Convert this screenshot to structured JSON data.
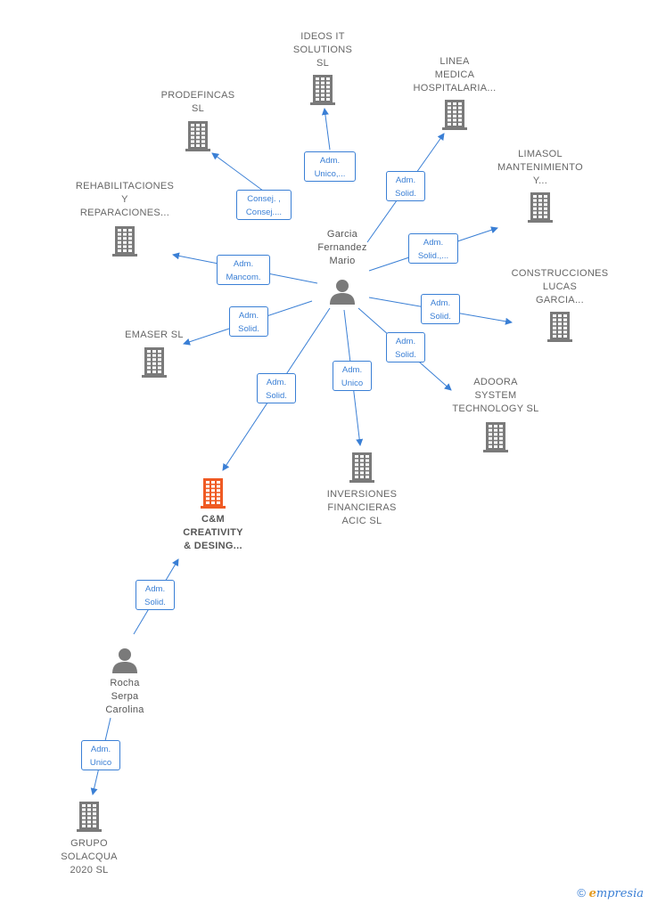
{
  "colors": {
    "edge": "#3a7fd5",
    "company": "#7a7a7a",
    "main": "#ef5a23",
    "person": "#7a7a7a"
  },
  "nodes": [
    {
      "id": "garcia",
      "type": "person",
      "label": "Garcia\nFernandez\nMario"
    },
    {
      "id": "rocha",
      "type": "person",
      "label": "Rocha\nSerpa\nCarolina"
    },
    {
      "id": "ideos",
      "type": "company",
      "label": "IDEOS IT\nSOLUTIONS\nSL"
    },
    {
      "id": "linea",
      "type": "company",
      "label": "LINEA\nMEDICA\nHOSPITALARIA..."
    },
    {
      "id": "prodefincas",
      "type": "company",
      "label": "PRODEFINCAS\nSL"
    },
    {
      "id": "limasol",
      "type": "company",
      "label": "LIMASOL\nMANTENIMIENTO\nY..."
    },
    {
      "id": "rehabilitaciones",
      "type": "company",
      "label": "REHABILITACIONES\nY\nREPARACIONES..."
    },
    {
      "id": "construcciones",
      "type": "company",
      "label": "CONSTRUCCIONES\nLUCAS\nGARCIA..."
    },
    {
      "id": "emaser",
      "type": "company",
      "label": "EMASER SL"
    },
    {
      "id": "adoora",
      "type": "company",
      "label": "ADOORA\nSYSTEM\nTECHNOLOGY SL"
    },
    {
      "id": "inversiones",
      "type": "company",
      "label": "INVERSIONES\nFINANCIERAS\nACIC  SL"
    },
    {
      "id": "cm",
      "type": "main",
      "label": "C&M\nCREATIVITY\n& DESING..."
    },
    {
      "id": "grupo",
      "type": "company",
      "label": "GRUPO\nSOLACQUA\n2020  SL"
    }
  ],
  "edges": [
    {
      "from": "garcia",
      "to": "ideos",
      "label": "Adm.\nUnico,..."
    },
    {
      "from": "garcia",
      "to": "linea",
      "label": "Adm.\nSolid."
    },
    {
      "from": "garcia",
      "to": "prodefincas",
      "label": "Consej. ,\nConsej...."
    },
    {
      "from": "garcia",
      "to": "limasol",
      "label": "Adm.\nSolid.,..."
    },
    {
      "from": "garcia",
      "to": "rehabilitaciones",
      "label": "Adm.\nMancom."
    },
    {
      "from": "garcia",
      "to": "construcciones",
      "label": "Adm.\nSolid."
    },
    {
      "from": "garcia",
      "to": "emaser",
      "label": "Adm.\nSolid."
    },
    {
      "from": "garcia",
      "to": "adoora",
      "label": "Adm.\nSolid."
    },
    {
      "from": "garcia",
      "to": "inversiones",
      "label": "Adm.\nUnico"
    },
    {
      "from": "garcia",
      "to": "cm",
      "label": "Adm.\nSolid."
    },
    {
      "from": "rocha",
      "to": "cm",
      "label": "Adm.\nSolid."
    },
    {
      "from": "rocha",
      "to": "grupo",
      "label": "Adm.\nUnico"
    }
  ],
  "footer": {
    "copyright_symbol": "©",
    "brand_first": "e",
    "brand_rest": "mpresia"
  }
}
